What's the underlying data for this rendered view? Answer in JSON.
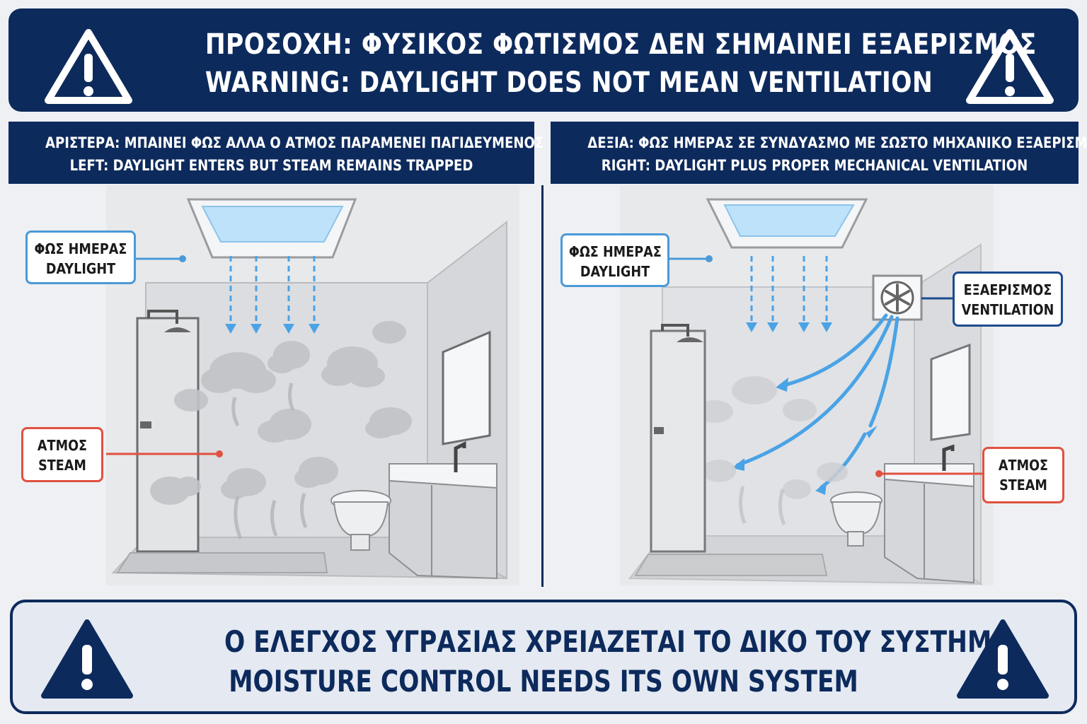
{
  "header": {
    "title_gr": "ΠΡΟΣΟΧΗ: ΦΥΣΙΚΟΣ ΦΩΤΙΣΜΟΣ ΔΕΝ ΣΗΜΑΙΝΕΙ ΕΞΑΕΡΙΣΜΟΣ",
    "title_en": "WARNING: DAYLIGHT DOES NOT MEAN VENTILATION"
  },
  "left_panel": {
    "heading_gr": "ΑΡΙΣΤΕΡΑ: ΜΠΑΙΝΕΙ ΦΩΣ ΑΛΛΑ Ο ΑΤΜΟΣ ΠΑΡΑΜΕΝΕΙ ΠΑΓΙΔΕΥΜΕΝΟΣ",
    "heading_en": "LEFT: DAYLIGHT ENTERS BUT STEAM REMAINS TRAPPED",
    "daylight_gr": "ΦΩΣ ΗΜΕΡΑΣ",
    "daylight_en": "DAYLIGHT",
    "steam_gr": "ΑΤΜΟΣ",
    "steam_en": "STEAM"
  },
  "right_panel": {
    "heading_gr": "ΔΕΞΙΑ: ΦΩΣ ΗΜΕΡΑΣ ΣΕ ΣΥΝΔΥΑΣΜΟ ΜΕ ΣΩΣΤΟ ΜΗΧΑΝΙΚΟ ΕΞΑΕΡΙΣΜΟ",
    "heading_en": "RIGHT: DAYLIGHT PLUS PROPER MECHANICAL VENTILATION",
    "daylight_gr": "ΦΩΣ ΗΜΕΡΑΣ",
    "daylight_en": "DAYLIGHT",
    "ventilation_gr": "ΕΞΑΕΡΙΣΜΟΣ",
    "ventilation_en": "VENTILATION",
    "steam_gr": "ΑΤΜΟΣ",
    "steam_en": "STEAM"
  },
  "footer": {
    "title_gr": "Ο ΕΛΕΓΧΟΣ ΥΓΡΑΣΙΑΣ ΧΡΕΙΑΖΕΤΑΙ ΤΟ ΔΙΚΟ ΤΟΥ ΣΥΣΤΗΜΑ",
    "title_en": "MOISTURE CONTROL NEEDS ITS OWN SYSTEM"
  },
  "icons": {
    "warning": "warning-triangle-icon",
    "fan": "exhaust-fan-icon"
  },
  "colors": {
    "navy": "#0d2a5c",
    "daylight_blue": "#4a9ad8",
    "steam_red": "#e0513f",
    "airflow_blue": "#4aa3e6"
  }
}
